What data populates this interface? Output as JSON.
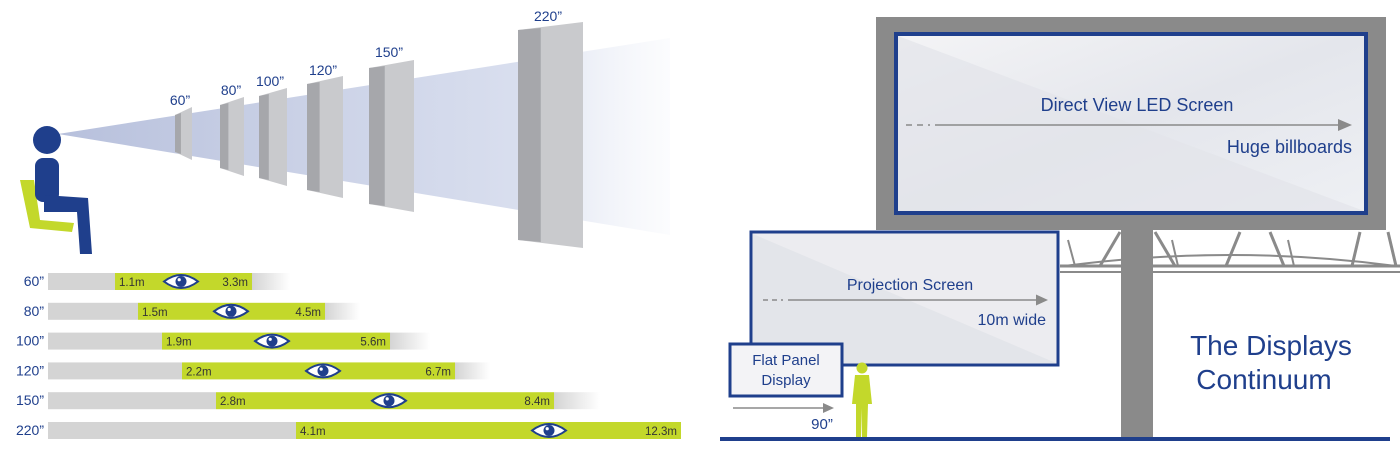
{
  "colors": {
    "navy": "#1f3f8c",
    "lime": "#c3d82b",
    "gray_bar": "#d4d4d4",
    "screen_gray": "#a6a6a6",
    "billboard_gray": "#8a8a8a",
    "beam": "#bcc6e0"
  },
  "icons": {
    "viewer": "seated-person-icon",
    "eye": "eye-icon",
    "standing": "standing-person-icon"
  },
  "screen_sizes": [
    {
      "label": "60”"
    },
    {
      "label": "80”"
    },
    {
      "label": "100”"
    },
    {
      "label": "120”"
    },
    {
      "label": "150”"
    },
    {
      "label": "220”"
    }
  ],
  "distance_rows": [
    {
      "size": "60”",
      "min": 1.1,
      "max": 3.3,
      "min_label": "1.1m",
      "max_label": "3.3m"
    },
    {
      "size": "80”",
      "min": 1.5,
      "max": 4.5,
      "min_label": "1.5m",
      "max_label": "4.5m"
    },
    {
      "size": "100”",
      "min": 1.9,
      "max": 5.6,
      "min_label": "1.9m",
      "max_label": "5.6m"
    },
    {
      "size": "120”",
      "min": 2.2,
      "max": 6.7,
      "min_label": "2.2m",
      "max_label": "6.7m"
    },
    {
      "size": "150”",
      "min": 2.8,
      "max": 8.4,
      "min_label": "2.8m",
      "max_label": "8.4m"
    },
    {
      "size": "220”",
      "min": 4.1,
      "max": 12.3,
      "min_label": "4.1m",
      "max_label": "12.3m"
    }
  ],
  "continuum": {
    "led": {
      "title": "Direct View LED Screen",
      "caption": "Huge billboards"
    },
    "projection": {
      "title": "Projection Screen",
      "caption": "10m wide"
    },
    "flat_panel": {
      "line1": "Flat Panel",
      "line2": "Display",
      "caption": "90”"
    },
    "heading": {
      "line1": "The Displays",
      "line2": "Continuum"
    }
  }
}
